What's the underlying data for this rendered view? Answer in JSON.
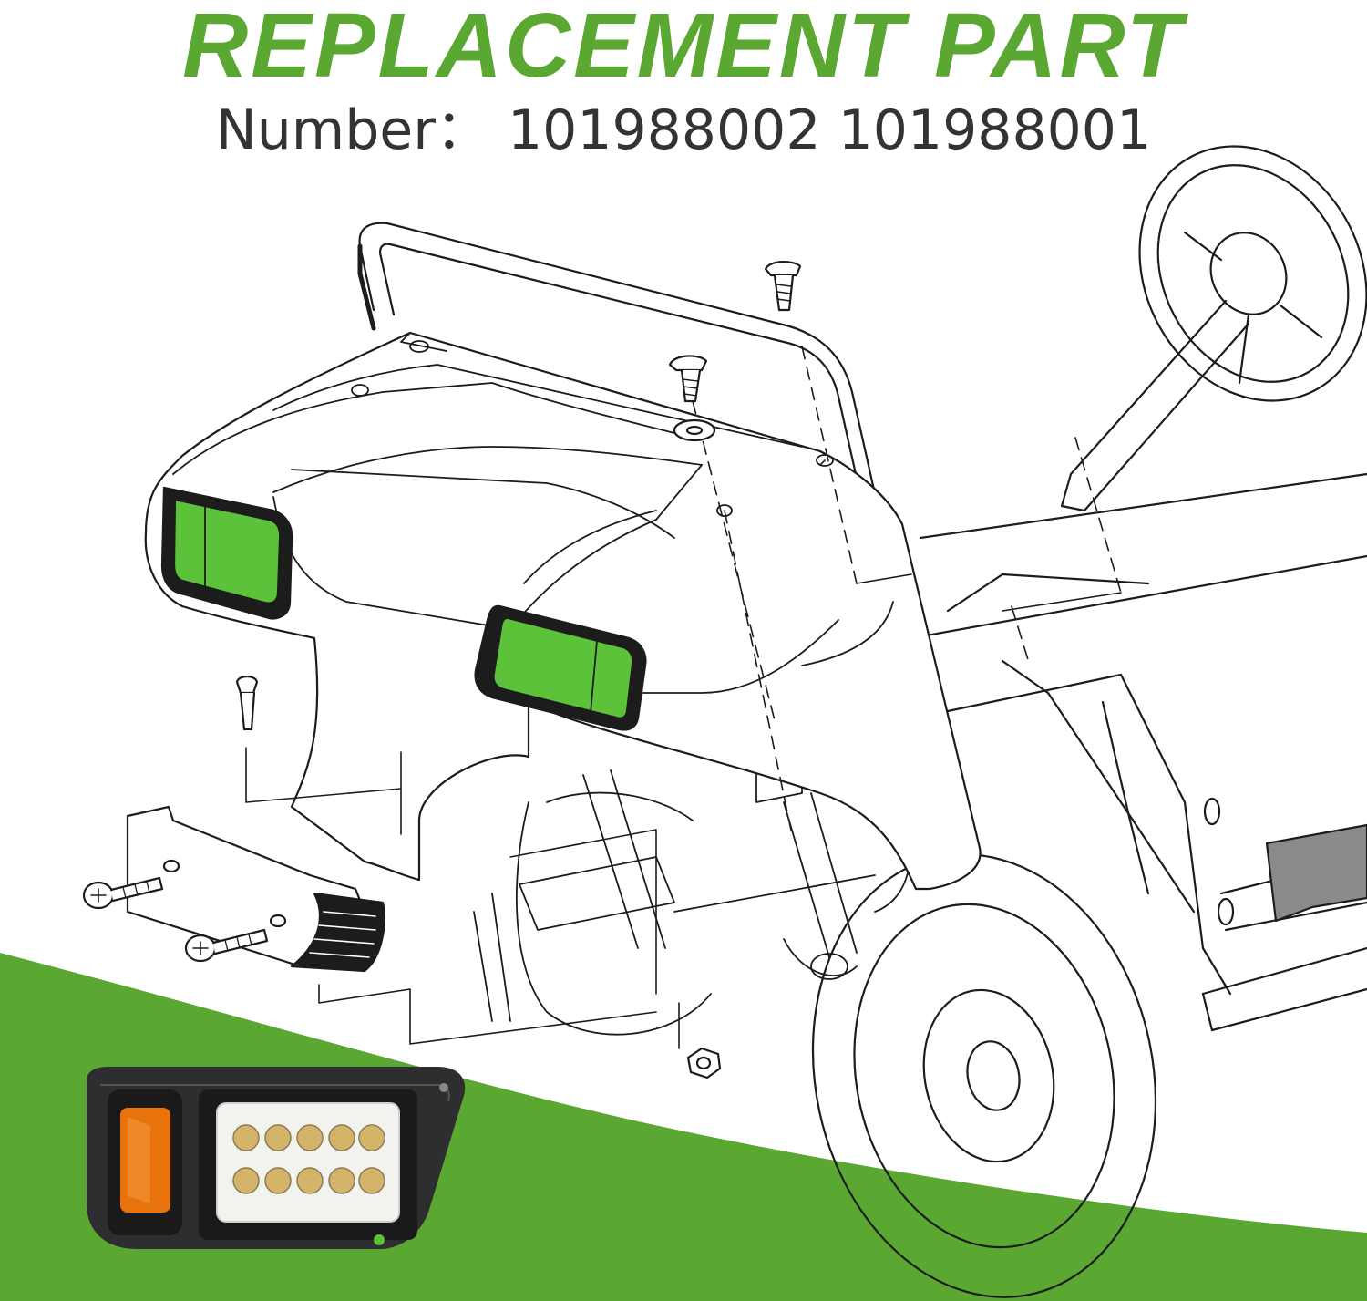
{
  "header": {
    "title": "REPLACEMENT PART",
    "subtitle": "Number：  101988002 101988001"
  },
  "colors": {
    "brand_green": "#5aa832",
    "highlight_green": "#5cc23a",
    "subtitle_gray": "#333333",
    "lamp_housing": "#2e2e30",
    "amber_lens": "#e8720c"
  },
  "diagram": {
    "subject": "golf-cart-front-cowl-exploded-view",
    "highlighted_parts": [
      "left-headlight-opening",
      "right-headlight-opening"
    ],
    "product_photo": "led-headlight-assembly"
  }
}
